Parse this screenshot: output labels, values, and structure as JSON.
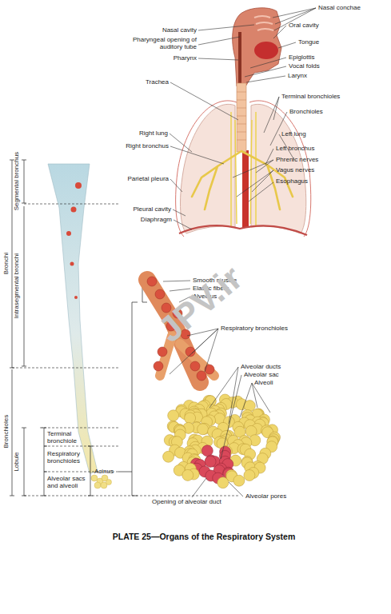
{
  "diagram": {
    "caption": "PLATE 25—Organs of the Respiratory System",
    "labels": [
      "Nasal conchae",
      "Nasal cavity",
      "Oral cavity",
      "Pharyngeal opening of auditory tube",
      "Tongue",
      "Pharynx",
      "Epiglottis",
      "Vocal folds",
      "Larynx",
      "Trachea",
      "Terminal bronchioles",
      "Bronchioles",
      "Right lung",
      "Left lung",
      "Right bronchus",
      "Left bronchus",
      "Phrenic nerves",
      "Vagus nerves",
      "Parietal pleura",
      "Esophagus",
      "Pleural cavity",
      "Diaphragm",
      "Segmental bronchus",
      "Bronchi",
      "Intrasegmental bronchi",
      "Bronchioles",
      "Lobule",
      "Terminal bronchiole",
      "Respiratory bronchioles",
      "Alveolar sacs and alveoli",
      "Acinus",
      "Smooth muscle",
      "Elastic fibers",
      "Alveolus",
      "Respiratory bronchioles",
      "Alveolar ducts",
      "Alveolar sac",
      "Alveoli",
      "Opening of alveolar duct",
      "Alveolar pores",
      "JPV.ir"
    ]
  }
}
